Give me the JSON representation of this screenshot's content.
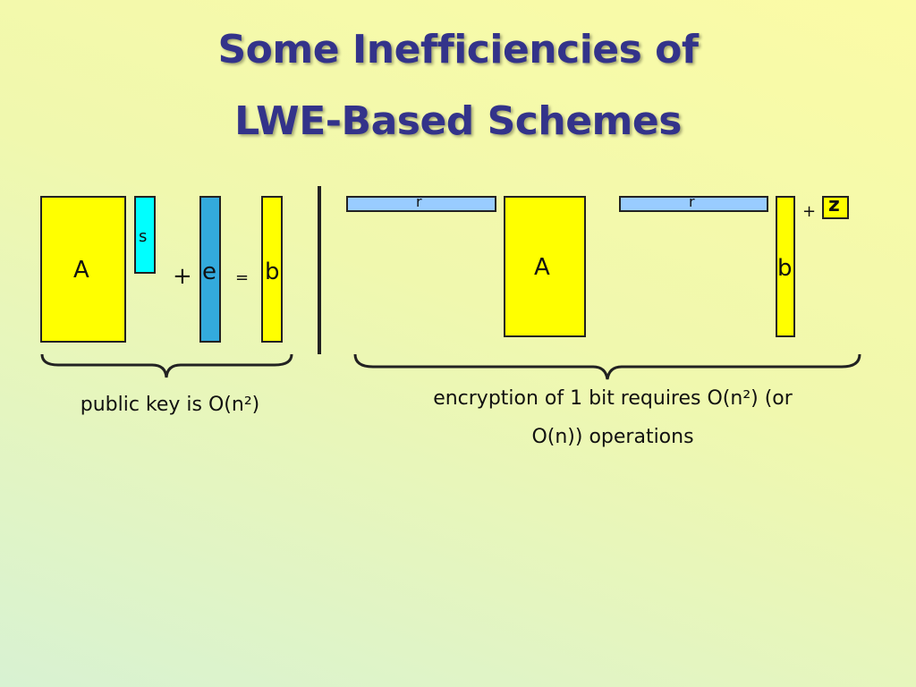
{
  "title": {
    "line1": "Some Inefficiencies of",
    "line2": "LWE-Based Schemes"
  },
  "left": {
    "matrix_label": "A",
    "secret_label": "s",
    "plus": "+",
    "error_label": "e",
    "equals": "=",
    "result_label": "b",
    "caption": "public key is O(n²)"
  },
  "right": {
    "r1_label": "r",
    "matrix_label": "A",
    "r2_label": "r",
    "b_label": "b",
    "plus": "+",
    "z_label": "z",
    "caption_line1": "encryption of 1 bit requires O(n²) (or",
    "caption_line2": "O(n)) operations"
  },
  "colors": {
    "title": "#33338a",
    "matrix": "#ffff00",
    "secret": "#00ffff",
    "error": "#33aadd",
    "row_vector": "#99ccff"
  }
}
